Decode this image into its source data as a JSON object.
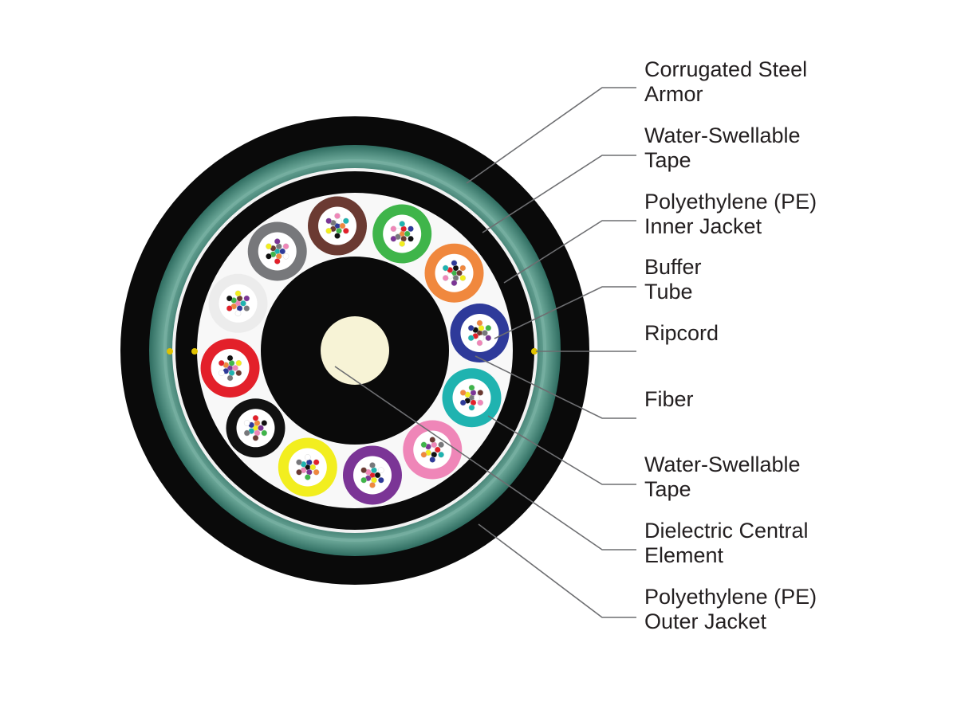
{
  "labels": [
    {
      "id": "corrugated-steel-armor",
      "line1": "Corrugated Steel",
      "line2": "Armor"
    },
    {
      "id": "water-swellable-tape-outer",
      "line1": "Water-Swellable",
      "line2": "Tape"
    },
    {
      "id": "pe-inner-jacket",
      "line1": "Polyethylene (PE)",
      "line2": "Inner Jacket"
    },
    {
      "id": "buffer-tube",
      "line1": "Buffer",
      "line2": "Tube"
    },
    {
      "id": "ripcord",
      "line1": "Ripcord",
      "line2": ""
    },
    {
      "id": "fiber",
      "line1": "Fiber",
      "line2": ""
    },
    {
      "id": "water-swellable-tape-inner",
      "line1": "Water-Swellable",
      "line2": "Tape"
    },
    {
      "id": "dielectric-central-element",
      "line1": "Dielectric Central",
      "line2": "Element"
    },
    {
      "id": "pe-outer-jacket",
      "line1": "Polyethylene (PE)",
      "line2": "Outer Jacket"
    }
  ],
  "colors": {
    "jacket": "#0a0a0a",
    "armor": "#3f7f72",
    "armor_highlight": "#7fb5a8",
    "tape": "#f2f2f2",
    "central_element": "#f7f3d6",
    "ripcord": "#e0c200",
    "leader": "#6d6e71",
    "text": "#231f20"
  },
  "buffer_tubes": [
    {
      "name": "brown",
      "color": "#6b3a32"
    },
    {
      "name": "green",
      "color": "#3fb54a"
    },
    {
      "name": "orange",
      "color": "#f0883e"
    },
    {
      "name": "blue",
      "color": "#2e3a9a"
    },
    {
      "name": "aqua",
      "color": "#1fb3b0"
    },
    {
      "name": "rose",
      "color": "#ef86b8"
    },
    {
      "name": "violet",
      "color": "#7b3596"
    },
    {
      "name": "yellow",
      "color": "#f2ee1f"
    },
    {
      "name": "black",
      "color": "#111111"
    },
    {
      "name": "red",
      "color": "#e3202a"
    },
    {
      "name": "white",
      "color": "#ececec"
    },
    {
      "name": "slate",
      "color": "#77787b"
    }
  ],
  "fiber_colors": [
    "#2e3a9a",
    "#f0883e",
    "#3fb54a",
    "#6b3a32",
    "#77787b",
    "#ffffff",
    "#e3202a",
    "#111111",
    "#f2ee1f",
    "#7b3596",
    "#ef86b8",
    "#1fb3b0"
  ]
}
